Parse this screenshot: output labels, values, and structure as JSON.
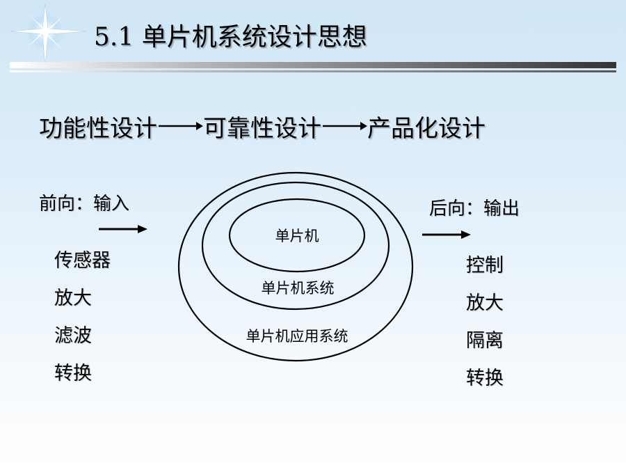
{
  "title": "5.1  单片机系统设计思想",
  "flow": {
    "stage1": "功能性设计",
    "stage2": "可靠性设计",
    "stage3": "产品化设计"
  },
  "input_side": {
    "heading": "前向：输入",
    "items": [
      "传感器",
      "放大",
      "滤波",
      "转换"
    ]
  },
  "output_side": {
    "heading": "后向：输出",
    "items": [
      "控制",
      "放大",
      "隔离",
      "转换"
    ]
  },
  "rings": {
    "inner": "单片机",
    "middle": "单片机系统",
    "outer": "单片机应用系统"
  }
}
